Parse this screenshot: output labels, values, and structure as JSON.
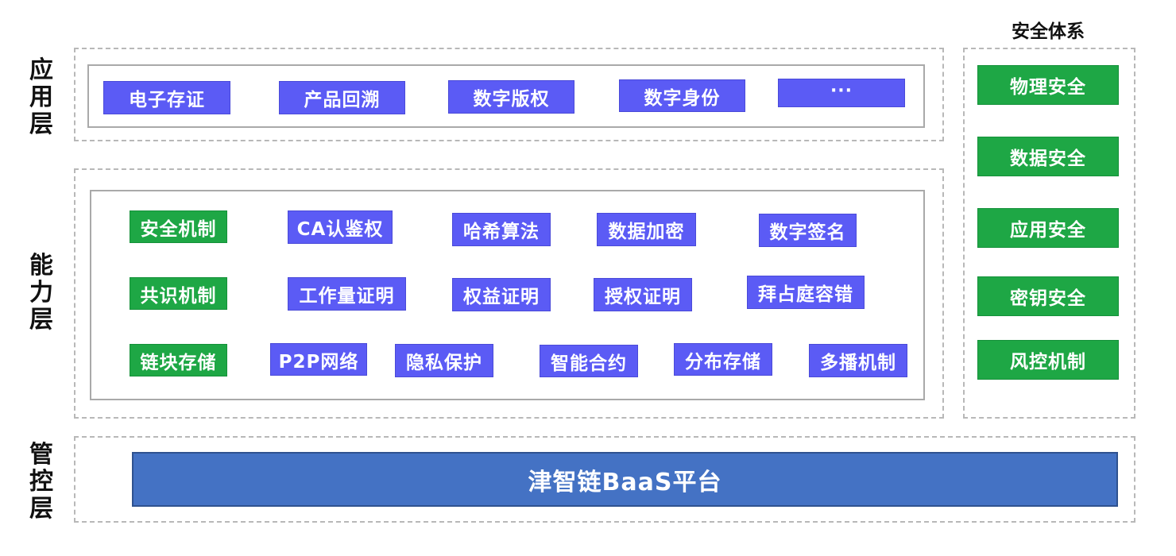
{
  "layers": {
    "app": "应用层",
    "capability": "能力层",
    "control": "管控层"
  },
  "app_items": [
    "电子存证",
    "产品回溯",
    "数字版权",
    "数字身份",
    "···"
  ],
  "capability_items": {
    "row1": [
      "安全机制",
      "CA认鉴权",
      "哈希算法",
      "数据加密",
      "数字签名"
    ],
    "row2": [
      "共识机制",
      "工作量证明",
      "权益证明",
      "授权证明",
      "拜占庭容错"
    ],
    "row3": [
      "链块存储",
      "P2P网络",
      "隐私保护",
      "智能合约",
      "分布存储",
      "多播机制"
    ]
  },
  "platform": "津智链BaaS平台",
  "security": {
    "title": "安全体系",
    "items": [
      "物理安全",
      "数据安全",
      "应用安全",
      "密钥安全",
      "风控机制"
    ]
  },
  "colors": {
    "blue_box": "#5b5bf5",
    "green_box": "#1ea745",
    "platform_bar": "#4472c4"
  }
}
